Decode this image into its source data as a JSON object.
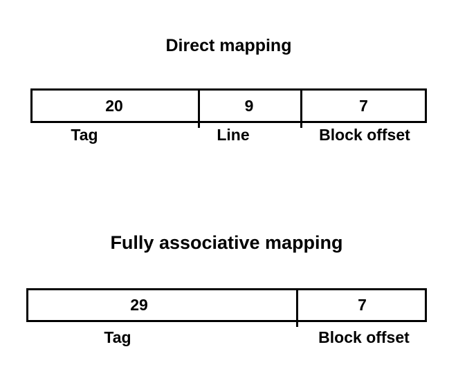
{
  "page": {
    "background_color": "#ffffff",
    "ink_color": "#000000"
  },
  "diagrams": [
    {
      "title": "Direct mapping",
      "fields": [
        {
          "bits": "20",
          "label": "Tag"
        },
        {
          "bits": "9",
          "label": "Line"
        },
        {
          "bits": "7",
          "label": "Block offset"
        }
      ]
    },
    {
      "title": "Fully associative mapping",
      "fields": [
        {
          "bits": "29",
          "label": "Tag"
        },
        {
          "bits": "7",
          "label": "Block offset"
        }
      ]
    }
  ]
}
